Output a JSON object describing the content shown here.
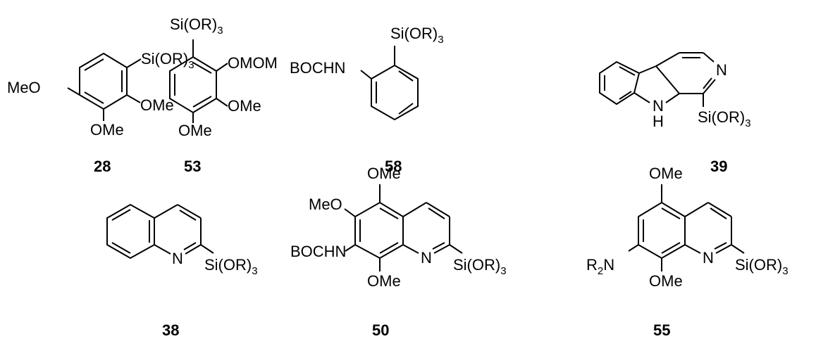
{
  "compounds": [
    {
      "id": "28",
      "labels": {
        "si": "Si(OR)",
        "si_sub": "3",
        "meo": "MeO",
        "ome_right": "OMe",
        "ome_bottom": "OMe"
      }
    },
    {
      "id": "53",
      "labels": {
        "si": "Si(OR)",
        "si_sub": "3",
        "omom": "OMOM",
        "ome_right": "OMe",
        "ome_bottom": "OMe"
      }
    },
    {
      "id": "58",
      "labels": {
        "si": "Si(OR)",
        "si_sub": "3",
        "bochn": "BOCHN"
      }
    },
    {
      "id": "39",
      "labels": {
        "n": "N",
        "nh_n": "N",
        "nh_h": "H",
        "si": "Si(OR)",
        "si_sub": "3"
      }
    },
    {
      "id": "38",
      "labels": {
        "n": "N",
        "si": "Si(OR)",
        "si_sub": "3"
      }
    },
    {
      "id": "50",
      "labels": {
        "ome_top": "OMe",
        "meo": "MeO",
        "bochn": "BOCHN",
        "n": "N",
        "si": "Si(OR)",
        "si_sub": "3",
        "ome_bottom": "OMe"
      }
    },
    {
      "id": "55",
      "labels": {
        "ome_top": "OMe",
        "r2n_r": "R",
        "r2n_sub": "2",
        "r2n_n": "N",
        "n": "N",
        "si": "Si(OR)",
        "si_sub": "3",
        "ome_bottom": "OMe"
      }
    }
  ]
}
